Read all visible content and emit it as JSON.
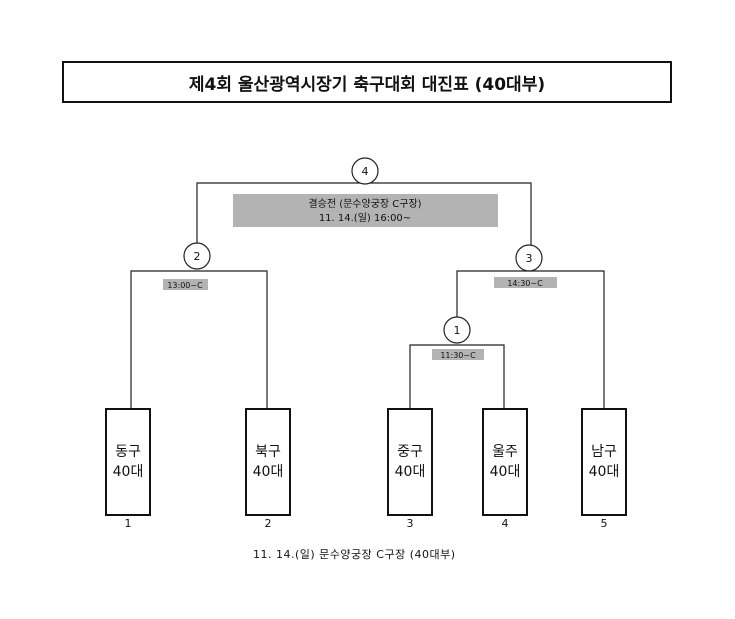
{
  "title": "제4회 울산광역시장기 축구대회 대진표 (40대부)",
  "final": {
    "match_no": "4",
    "label": "결승전 (문수양궁장 C구장)",
    "datetime": "11. 14.(일) 16:00~"
  },
  "semis": [
    {
      "match_no": "2",
      "time": "13:00~C"
    },
    {
      "match_no": "3",
      "time": "14:30~C"
    }
  ],
  "first_round": {
    "match_no": "1",
    "time": "11:30~C"
  },
  "teams": [
    {
      "line1": "동구",
      "line2": "40대",
      "seed": "1"
    },
    {
      "line1": "북구",
      "line2": "40대",
      "seed": "2"
    },
    {
      "line1": "중구",
      "line2": "40대",
      "seed": "3"
    },
    {
      "line1": "울주",
      "line2": "40대",
      "seed": "4"
    },
    {
      "line1": "남구",
      "line2": "40대",
      "seed": "5"
    }
  ],
  "footer": "11. 14.(일) 문수양궁장 C구장 (40대부)",
  "colors": {
    "label_fill": "#b3b3b3",
    "line": "#222222"
  }
}
